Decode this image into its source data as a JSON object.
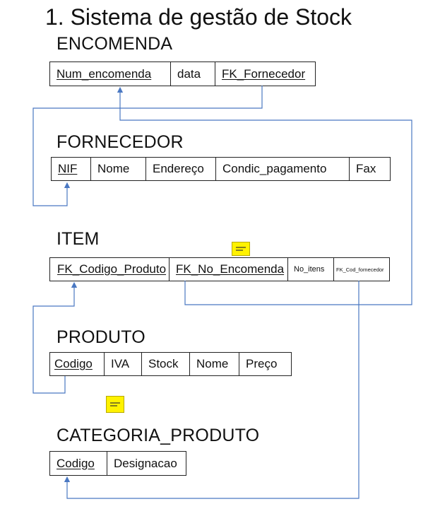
{
  "title": "1. Sistema de gestão de Stock",
  "entities": {
    "encomenda": {
      "name": "ENCOMENDA",
      "cols": [
        "Num_encomenda",
        "data",
        "FK_Fornecedor"
      ]
    },
    "fornecedor": {
      "name": "FORNECEDOR",
      "cols": [
        "NIF",
        "Nome",
        "Endereço",
        "Condic_pagamento",
        "Fax"
      ]
    },
    "item": {
      "name": "ITEM",
      "cols": [
        "FK_Codigo_Produto",
        "FK_No_Encomenda",
        "No_itens",
        "FK_Cod_fornecedor"
      ]
    },
    "produto": {
      "name": "PRODUTO",
      "cols": [
        "Codigo",
        "IVA",
        "Stock",
        "Nome",
        "Preço"
      ]
    },
    "categoria": {
      "name": "CATEGORIA_PRODUTO",
      "cols": [
        "Codigo",
        "Designacao"
      ]
    }
  },
  "colors": {
    "connector": "#4a78c2",
    "note_fill": "#fff200",
    "note_border": "#b7a800",
    "border": "#222222"
  },
  "icons": [
    "comment-note-icon",
    "comment-note-icon"
  ]
}
